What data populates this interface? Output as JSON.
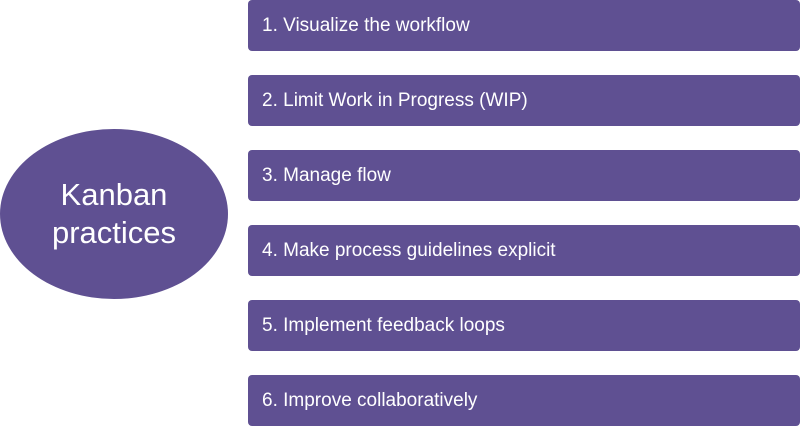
{
  "hub": {
    "label_line1": "Kanban",
    "label_line2": "practices"
  },
  "practices": [
    {
      "label": "1. Visualize the workflow"
    },
    {
      "label": "2. Limit Work in Progress (WIP)"
    },
    {
      "label": "3. Manage flow"
    },
    {
      "label": "4. Make process guidelines explicit"
    },
    {
      "label": "5. Implement feedback loops"
    },
    {
      "label": "6. Improve collaboratively"
    }
  ],
  "colors": {
    "shape_fill": "#5f5092",
    "text": "#ffffff",
    "background": "#ffffff"
  }
}
